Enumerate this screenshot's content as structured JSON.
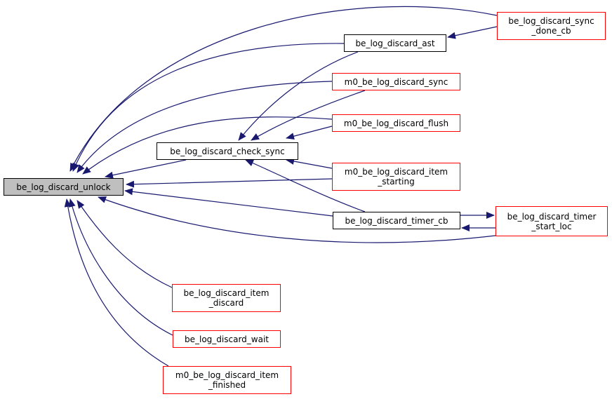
{
  "graph": {
    "title": "be_log_discard_unlock caller graph",
    "edge_color": "#191970",
    "nodes": [
      {
        "id": "unlock",
        "lines": [
          "be_log_discard_unlock"
        ],
        "style": "focus"
      },
      {
        "id": "check_sync",
        "lines": [
          "be_log_discard_check_sync"
        ],
        "style": "black"
      },
      {
        "id": "ast",
        "lines": [
          "be_log_discard_ast"
        ],
        "style": "black"
      },
      {
        "id": "timer_cb",
        "lines": [
          "be_log_discard_timer_cb"
        ],
        "style": "black"
      },
      {
        "id": "sync_done_cb",
        "lines": [
          "be_log_discard_sync",
          "_done_cb"
        ],
        "style": "red"
      },
      {
        "id": "m0_sync",
        "lines": [
          "m0_be_log_discard_sync"
        ],
        "style": "red"
      },
      {
        "id": "m0_flush",
        "lines": [
          "m0_be_log_discard_flush"
        ],
        "style": "red"
      },
      {
        "id": "m0_item_starting",
        "lines": [
          "m0_be_log_discard_item",
          "_starting"
        ],
        "style": "red"
      },
      {
        "id": "timer_start_loc",
        "lines": [
          "be_log_discard_timer",
          "_start_loc"
        ],
        "style": "red"
      },
      {
        "id": "item_discard",
        "lines": [
          "be_log_discard_item",
          "_discard"
        ],
        "style": "red"
      },
      {
        "id": "wait",
        "lines": [
          "be_log_discard_wait"
        ],
        "style": "red"
      },
      {
        "id": "m0_item_finished",
        "lines": [
          "m0_be_log_discard_item",
          "_finished"
        ],
        "style": "red"
      }
    ],
    "edges": [
      {
        "from": "sync_done_cb",
        "to": "unlock"
      },
      {
        "from": "ast",
        "to": "unlock"
      },
      {
        "from": "m0_sync",
        "to": "unlock"
      },
      {
        "from": "m0_flush",
        "to": "unlock"
      },
      {
        "from": "check_sync",
        "to": "unlock"
      },
      {
        "from": "m0_item_starting",
        "to": "unlock"
      },
      {
        "from": "timer_cb",
        "to": "unlock"
      },
      {
        "from": "timer_start_loc",
        "to": "unlock"
      },
      {
        "from": "item_discard",
        "to": "unlock"
      },
      {
        "from": "wait",
        "to": "unlock"
      },
      {
        "from": "m0_item_finished",
        "to": "unlock"
      },
      {
        "from": "sync_done_cb",
        "to": "ast"
      },
      {
        "from": "ast",
        "to": "check_sync"
      },
      {
        "from": "m0_sync",
        "to": "check_sync"
      },
      {
        "from": "m0_flush",
        "to": "check_sync"
      },
      {
        "from": "m0_item_starting",
        "to": "check_sync"
      },
      {
        "from": "timer_cb",
        "to": "check_sync"
      },
      {
        "from": "timer_cb",
        "to": "timer_start_loc"
      },
      {
        "from": "timer_start_loc",
        "to": "timer_cb"
      }
    ]
  }
}
